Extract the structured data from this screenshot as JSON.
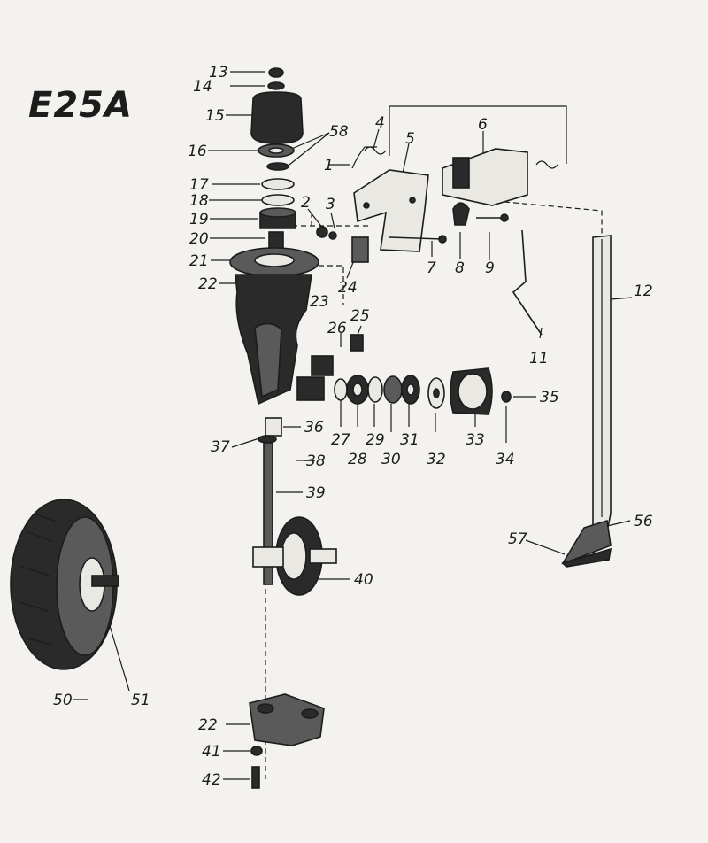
{
  "model_code": "E25A",
  "callouts": [
    {
      "id": "c13",
      "text": "13"
    },
    {
      "id": "c14",
      "text": "14"
    },
    {
      "id": "c15",
      "text": "15"
    },
    {
      "id": "c16",
      "text": "16"
    },
    {
      "id": "c58",
      "text": "58"
    },
    {
      "id": "c4",
      "text": "4"
    },
    {
      "id": "c6",
      "text": "6"
    },
    {
      "id": "c5",
      "text": "5"
    },
    {
      "id": "c1",
      "text": "1"
    },
    {
      "id": "c17",
      "text": "17"
    },
    {
      "id": "c18",
      "text": "18"
    },
    {
      "id": "c2",
      "text": "2"
    },
    {
      "id": "c3",
      "text": "3"
    },
    {
      "id": "c19",
      "text": "19"
    },
    {
      "id": "c20",
      "text": "20"
    },
    {
      "id": "c21",
      "text": "21"
    },
    {
      "id": "c22a",
      "text": "22"
    },
    {
      "id": "c7",
      "text": "7"
    },
    {
      "id": "c8",
      "text": "8"
    },
    {
      "id": "c9",
      "text": "9"
    },
    {
      "id": "c12",
      "text": "12"
    },
    {
      "id": "c23",
      "text": "23"
    },
    {
      "id": "c24",
      "text": "24"
    },
    {
      "id": "c25",
      "text": "25"
    },
    {
      "id": "c26",
      "text": "26"
    },
    {
      "id": "c11",
      "text": "11"
    },
    {
      "id": "c35",
      "text": "35"
    },
    {
      "id": "c36",
      "text": "36"
    },
    {
      "id": "c27",
      "text": "27"
    },
    {
      "id": "c28",
      "text": "28"
    },
    {
      "id": "c29",
      "text": "29"
    },
    {
      "id": "c30",
      "text": "30"
    },
    {
      "id": "c31",
      "text": "31"
    },
    {
      "id": "c32",
      "text": "32"
    },
    {
      "id": "c33",
      "text": "33"
    },
    {
      "id": "c34",
      "text": "34"
    },
    {
      "id": "c37",
      "text": "37"
    },
    {
      "id": "c38",
      "text": "38"
    },
    {
      "id": "c39",
      "text": "39"
    },
    {
      "id": "c56",
      "text": "56"
    },
    {
      "id": "c57",
      "text": "57"
    },
    {
      "id": "c40",
      "text": "40"
    },
    {
      "id": "c50",
      "text": "50"
    },
    {
      "id": "c51",
      "text": "51"
    },
    {
      "id": "c22b",
      "text": "22"
    },
    {
      "id": "c41",
      "text": "41"
    },
    {
      "id": "c42",
      "text": "42"
    }
  ]
}
